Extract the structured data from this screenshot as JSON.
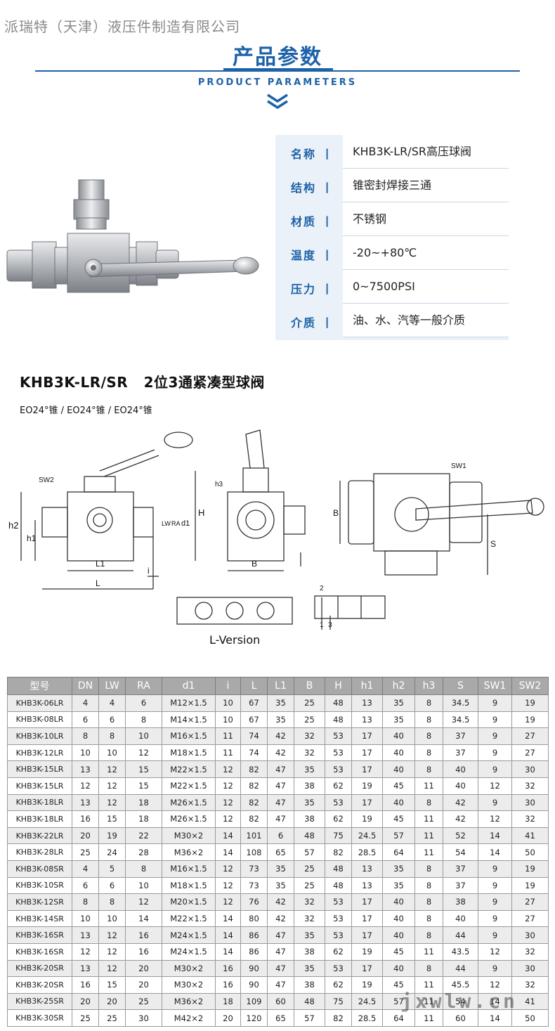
{
  "watermark_top": "派瑞特（天津）液压件制造有限公司",
  "header": {
    "title": "产品参数",
    "subtitle": "PRODUCT PARAMETERS"
  },
  "params": [
    {
      "label": "名称",
      "sep": "丨",
      "value": "KHB3K-LR/SR高压球阀"
    },
    {
      "label": "结构",
      "sep": "丨",
      "value": "锥密封焊接三通"
    },
    {
      "label": "材质",
      "sep": "丨",
      "value": "不锈钢"
    },
    {
      "label": "温度",
      "sep": "丨",
      "value": "-20~+80℃"
    },
    {
      "label": "压力",
      "sep": "丨",
      "value": "0~7500PSI"
    },
    {
      "label": "介质",
      "sep": "丨",
      "value": "油、水、汽等一般介质"
    }
  ],
  "section": {
    "title": "KHB3K-LR/SR   2位3通紧凑型球阀",
    "subtitle": "EO24°锥 / EO24°锥 / EO24°锥"
  },
  "drawing": {
    "labels": {
      "sw2": "SW2",
      "sw1": "SW1",
      "h2": "h2",
      "h1": "h1",
      "h3": "h3",
      "H": "H",
      "LW": "LW",
      "RA": "RA",
      "d1": "d1",
      "L1": "L1",
      "L": "L",
      "i": "i",
      "B": "B",
      "B2": "B",
      "S": "S",
      "port2": "2",
      "port1": "1",
      "port3": "3"
    },
    "lversion": "L-Version"
  },
  "table": {
    "headers": [
      "型号",
      "DN",
      "LW",
      "RA",
      "d1",
      "i",
      "L",
      "L1",
      "B",
      "H",
      "h1",
      "h2",
      "h3",
      "S",
      "SW1",
      "SW2"
    ],
    "rows": [
      [
        "KHB3K-06LR",
        "4",
        "4",
        "6",
        "M12×1.5",
        "10",
        "67",
        "35",
        "25",
        "48",
        "13",
        "35",
        "8",
        "34.5",
        "9",
        "19"
      ],
      [
        "KHB3K-08LR",
        "6",
        "6",
        "8",
        "M14×1.5",
        "10",
        "67",
        "35",
        "25",
        "48",
        "13",
        "35",
        "8",
        "34.5",
        "9",
        "19"
      ],
      [
        "KHB3K-10LR",
        "8",
        "8",
        "10",
        "M16×1.5",
        "11",
        "74",
        "42",
        "32",
        "53",
        "17",
        "40",
        "8",
        "37",
        "9",
        "27"
      ],
      [
        "KHB3K-12LR",
        "10",
        "10",
        "12",
        "M18×1.5",
        "11",
        "74",
        "42",
        "32",
        "53",
        "17",
        "40",
        "8",
        "37",
        "9",
        "27"
      ],
      [
        "KHB3K-15LR",
        "13",
        "12",
        "15",
        "M22×1.5",
        "12",
        "82",
        "47",
        "35",
        "53",
        "17",
        "40",
        "8",
        "40",
        "9",
        "30"
      ],
      [
        "KHB3K-15LR",
        "12",
        "12",
        "15",
        "M22×1.5",
        "12",
        "82",
        "47",
        "38",
        "62",
        "19",
        "45",
        "11",
        "40",
        "12",
        "32"
      ],
      [
        "KHB3K-18LR",
        "13",
        "12",
        "18",
        "M26×1.5",
        "12",
        "82",
        "47",
        "35",
        "53",
        "17",
        "40",
        "8",
        "42",
        "9",
        "30"
      ],
      [
        "KHB3K-18LR",
        "16",
        "15",
        "18",
        "M26×1.5",
        "12",
        "82",
        "47",
        "38",
        "62",
        "19",
        "45",
        "11",
        "42",
        "12",
        "32"
      ],
      [
        "KHB3K-22LR",
        "20",
        "19",
        "22",
        "M30×2",
        "14",
        "101",
        "6",
        "48",
        "75",
        "24.5",
        "57",
        "11",
        "52",
        "14",
        "41"
      ],
      [
        "KHB3K-28LR",
        "25",
        "24",
        "28",
        "M36×2",
        "14",
        "108",
        "65",
        "57",
        "82",
        "28.5",
        "64",
        "11",
        "54",
        "14",
        "50"
      ],
      [
        "KHB3K-08SR",
        "4",
        "5",
        "8",
        "M16×1.5",
        "12",
        "73",
        "35",
        "25",
        "48",
        "13",
        "35",
        "8",
        "37",
        "9",
        "19"
      ],
      [
        "KHB3K-10SR",
        "6",
        "6",
        "10",
        "M18×1.5",
        "12",
        "73",
        "35",
        "25",
        "48",
        "13",
        "35",
        "8",
        "37",
        "9",
        "19"
      ],
      [
        "KHB3K-12SR",
        "8",
        "8",
        "12",
        "M20×1.5",
        "12",
        "76",
        "42",
        "32",
        "53",
        "17",
        "40",
        "8",
        "38",
        "9",
        "27"
      ],
      [
        "KHB3K-14SR",
        "10",
        "10",
        "14",
        "M22×1.5",
        "14",
        "80",
        "42",
        "32",
        "53",
        "17",
        "40",
        "8",
        "40",
        "9",
        "27"
      ],
      [
        "KHB3K-16SR",
        "13",
        "12",
        "16",
        "M24×1.5",
        "14",
        "86",
        "47",
        "35",
        "53",
        "17",
        "40",
        "8",
        "44",
        "9",
        "30"
      ],
      [
        "KHB3K-16SR",
        "12",
        "12",
        "16",
        "M24×1.5",
        "14",
        "86",
        "47",
        "38",
        "62",
        "19",
        "45",
        "11",
        "43.5",
        "12",
        "32"
      ],
      [
        "KHB3K-20SR",
        "13",
        "12",
        "20",
        "M30×2",
        "16",
        "90",
        "47",
        "35",
        "53",
        "17",
        "40",
        "8",
        "44",
        "9",
        "30"
      ],
      [
        "KHB3K-20SR",
        "16",
        "15",
        "20",
        "M30×2",
        "16",
        "90",
        "47",
        "38",
        "62",
        "19",
        "45",
        "11",
        "45.5",
        "12",
        "32"
      ],
      [
        "KHB3K-25SR",
        "20",
        "20",
        "25",
        "M36×2",
        "18",
        "109",
        "60",
        "48",
        "75",
        "24.5",
        "57",
        "11",
        "54",
        "14",
        "41"
      ],
      [
        "KHB3K-30SR",
        "25",
        "25",
        "30",
        "M42×2",
        "20",
        "120",
        "65",
        "57",
        "82",
        "28.5",
        "64",
        "11",
        "60",
        "14",
        "50"
      ]
    ]
  },
  "watermark_bottom": "jxwlw.cn",
  "colors": {
    "brand_blue": "#1d62a8",
    "panel_bg": "#eaf1f9",
    "table_header": "#a9a9a9",
    "table_alt": "#ececec"
  }
}
